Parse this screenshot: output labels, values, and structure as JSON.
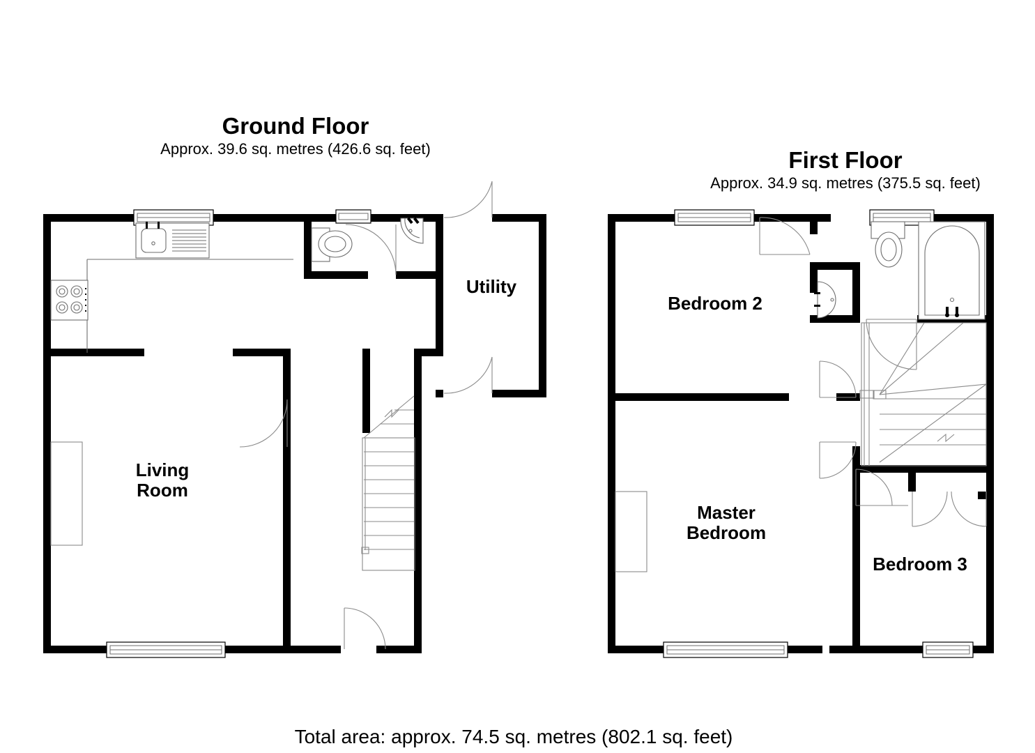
{
  "document": {
    "type": "floor-plan",
    "total_area_text": "Total area: approx. 74.5 sq. metres (802.1 sq. feet)"
  },
  "floors": [
    {
      "id": "ground",
      "title": "Ground Floor",
      "area_text": "Approx. 39.6 sq. metres (426.6 sq. feet)",
      "area_sq_metres": "39.6",
      "area_sq_feet": "426.6",
      "rooms": [
        {
          "name": "Living Room",
          "label_line1": "Living",
          "label_line2": "Room"
        },
        {
          "name": "Utility",
          "label_line1": "Utility",
          "label_line2": ""
        }
      ],
      "fixtures": [
        "kitchen-sink",
        "draining-board",
        "hob",
        "worktop",
        "wc-toilet",
        "corner-basin",
        "staircase"
      ],
      "windows": 4,
      "doors": 5
    },
    {
      "id": "first",
      "title": "First Floor",
      "area_text": "Approx. 34.9 sq. metres (375.5 sq. feet)",
      "area_sq_metres": "34.9",
      "area_sq_feet": "375.5",
      "rooms": [
        {
          "name": "Bedroom 2",
          "label_line1": "Bedroom 2",
          "label_line2": ""
        },
        {
          "name": "Master Bedroom",
          "label_line1": "Master",
          "label_line2": "Bedroom"
        },
        {
          "name": "Bedroom 3",
          "label_line1": "Bedroom 3",
          "label_line2": ""
        }
      ],
      "fixtures": [
        "bathroom-toilet",
        "bathroom-basin",
        "bathtub",
        "staircase",
        "chimney-breast"
      ],
      "windows": 4,
      "doors": 6
    }
  ],
  "colors": {
    "wall": "#000000",
    "background": "#ffffff",
    "fixture_stroke": "#6d6d6d",
    "swing_stroke": "#8a8a8a",
    "text": "#000000"
  }
}
